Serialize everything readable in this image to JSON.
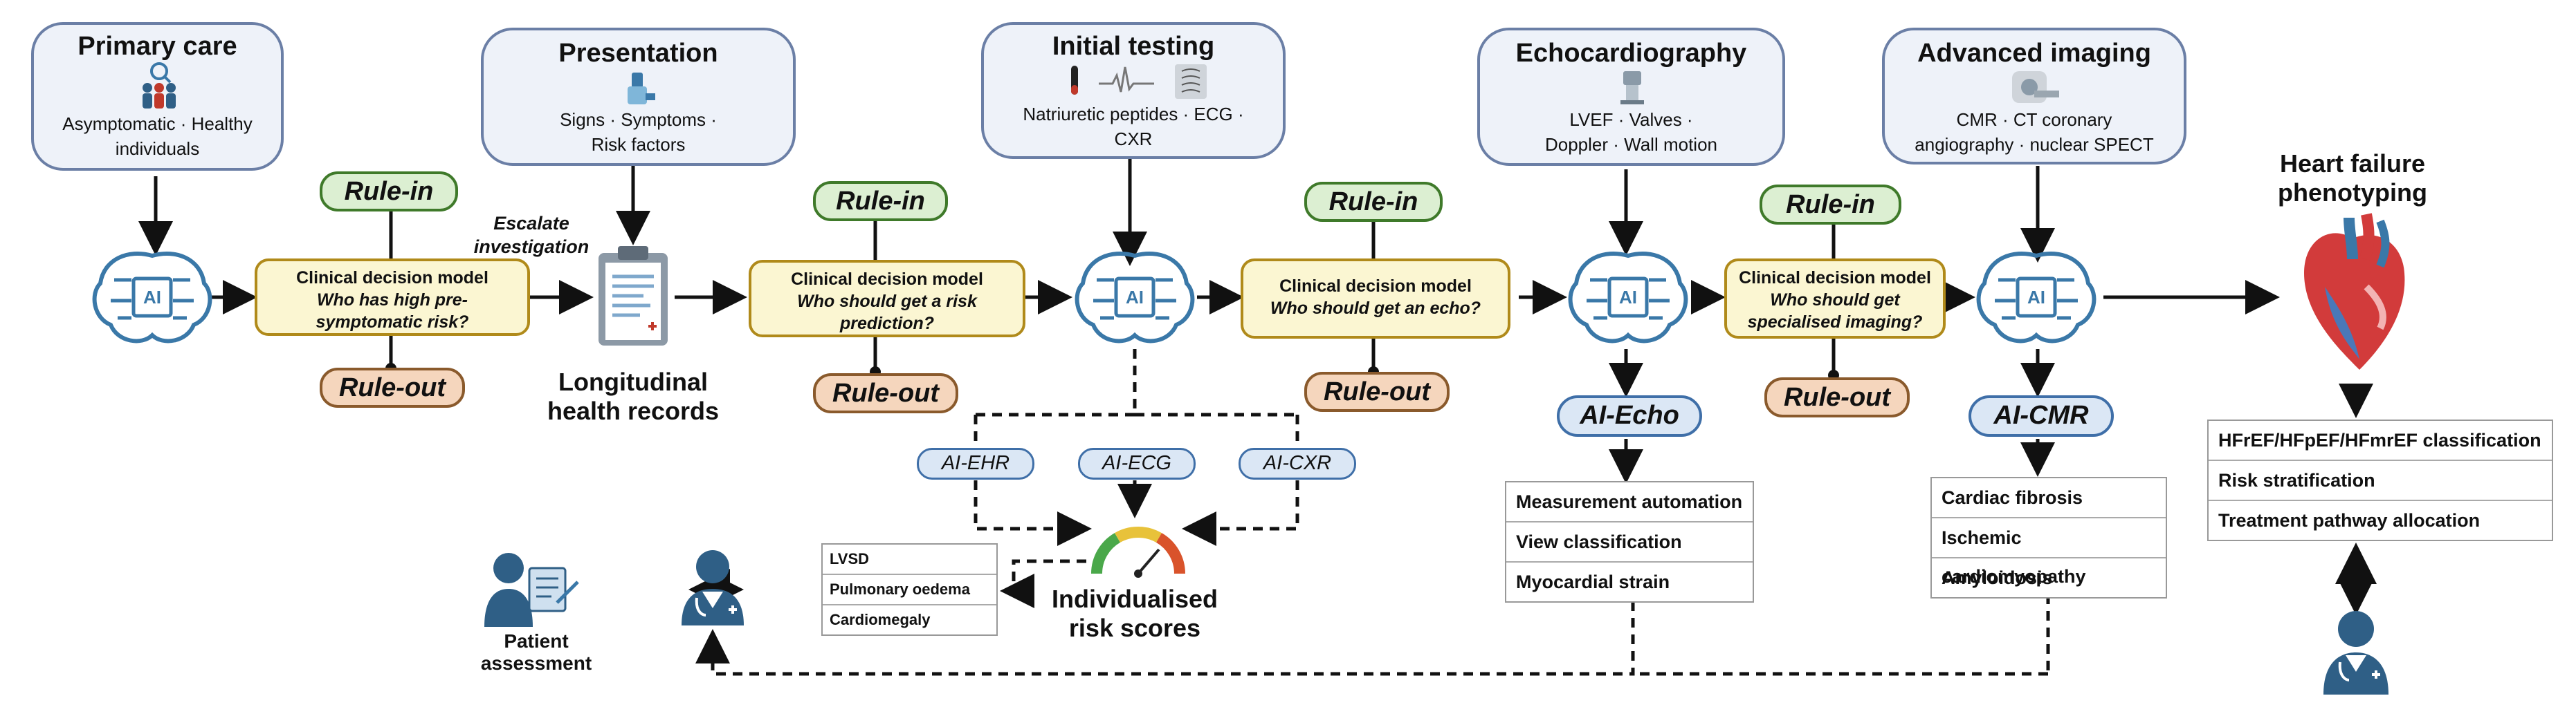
{
  "stages": {
    "primary_care": {
      "title": "Primary care",
      "sub": [
        "Asymptomatic · Healthy",
        "individuals"
      ]
    },
    "presentation": {
      "title": "Presentation",
      "sub": [
        "Signs · Symptoms ·",
        "Risk factors"
      ]
    },
    "initial_testing": {
      "title": "Initial testing",
      "sub": [
        "Natriuretic peptides · ECG ·",
        "CXR"
      ]
    },
    "echocardiography": {
      "title": "Echocardiography",
      "sub": [
        "LVEF · Valves ·",
        "Doppler · Wall motion"
      ]
    },
    "advanced_imaging": {
      "title": "Advanced imaging",
      "sub": [
        "CMR · CT coronary",
        "angiography · nuclear SPECT"
      ]
    }
  },
  "rule_in": "Rule-in",
  "rule_out": "Rule-out",
  "ai_label": "AI",
  "decision_models": [
    {
      "title": "Clinical decision model",
      "question": [
        "Who has high pre-",
        "symptomatic risk?"
      ]
    },
    {
      "title": "Clinical decision model",
      "question": [
        "Who should get a risk",
        "prediction?"
      ]
    },
    {
      "title": "Clinical decision model",
      "question": [
        "Who should get an echo?"
      ]
    },
    {
      "title": "Clinical decision model",
      "question": [
        "Who should get",
        "specialised imaging?"
      ]
    }
  ],
  "escalate": [
    "Escalate",
    "investigation"
  ],
  "longitudinal": [
    "Longitudinal",
    "health records"
  ],
  "heart_failure": [
    "Heart failure",
    "phenotyping"
  ],
  "ai_tools": {
    "ehr": "AI-EHR",
    "ecg": "AI-ECG",
    "cxr": "AI-CXR",
    "echo": "AI-Echo",
    "cmr": "AI-CMR"
  },
  "risk_scores": [
    "Individualised",
    "risk scores"
  ],
  "patient_assessment": [
    "Patient",
    "assessment"
  ],
  "initial_findings": [
    "LVSD",
    "Pulmonary oedema",
    "Cardiomegaly"
  ],
  "echo_findings": [
    "Measurement automation",
    "View classification",
    "Myocardial strain"
  ],
  "cmr_findings": [
    "Cardiac fibrosis",
    "Ischemic cardiomyopathy",
    "Amyloidosis"
  ],
  "hf_findings": [
    "HFrEF/HFpEF/HFmrEF classification",
    "Risk stratification",
    "Treatment pathway allocation"
  ],
  "colors": {
    "stage_border": "#6b7fa6",
    "stage_fill": "#eef2f9",
    "rule_in": "#dcefd2",
    "rule_out": "#f5d6bd",
    "ai_tool": "#dbe7f5",
    "decision_model": "#fbf6d2",
    "brain": "#3a78a8"
  }
}
